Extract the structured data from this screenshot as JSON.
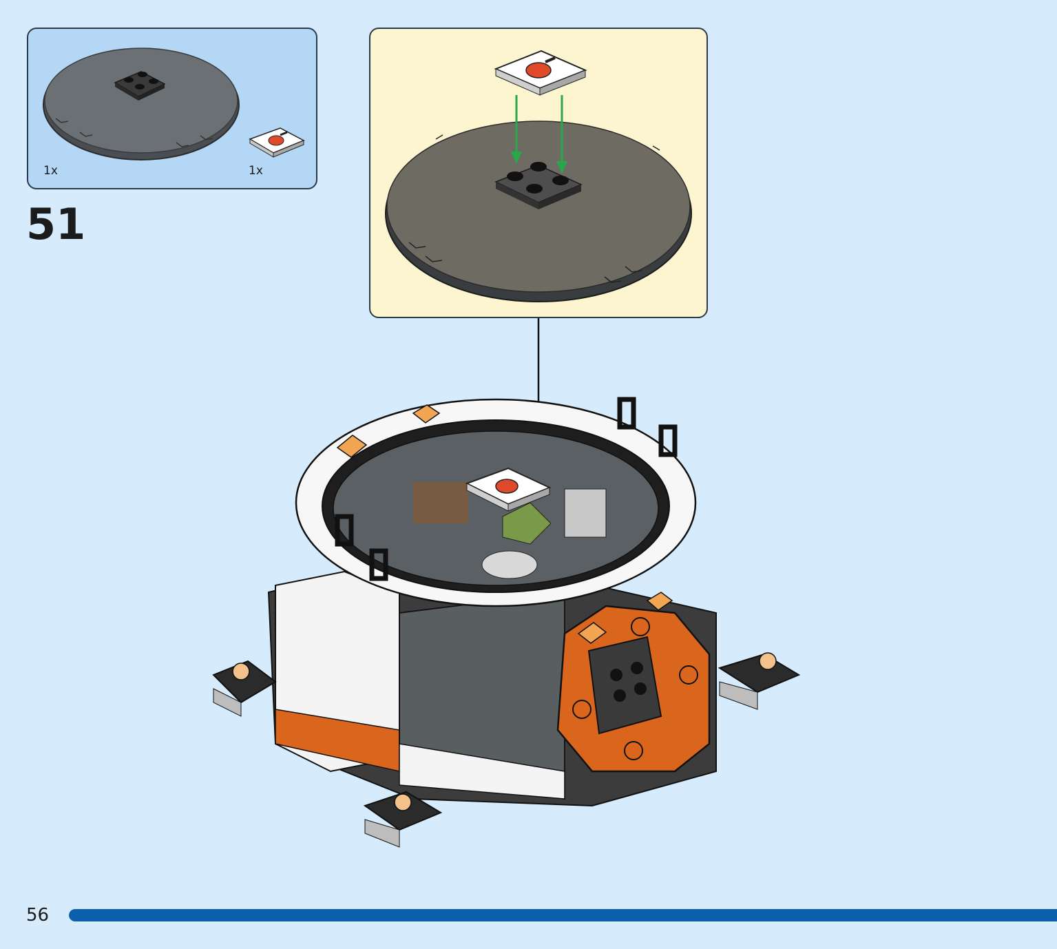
{
  "parts_list": {
    "items": [
      {
        "name": "round-plate-icon",
        "count": "1x"
      },
      {
        "name": "printed-tile-icon",
        "count": "1x"
      }
    ]
  },
  "step": {
    "number": "51"
  },
  "footer": {
    "page_number": "56",
    "progress_fraction": 1.0
  },
  "colors": {
    "page_bg": "#d6ecfc",
    "parts_bg": "#b3d7f5",
    "callout_bg": "#fdf4d0",
    "progress": "#0c5fab",
    "arrow_green": "#29a84a",
    "brick_orange": "#d9661c"
  }
}
